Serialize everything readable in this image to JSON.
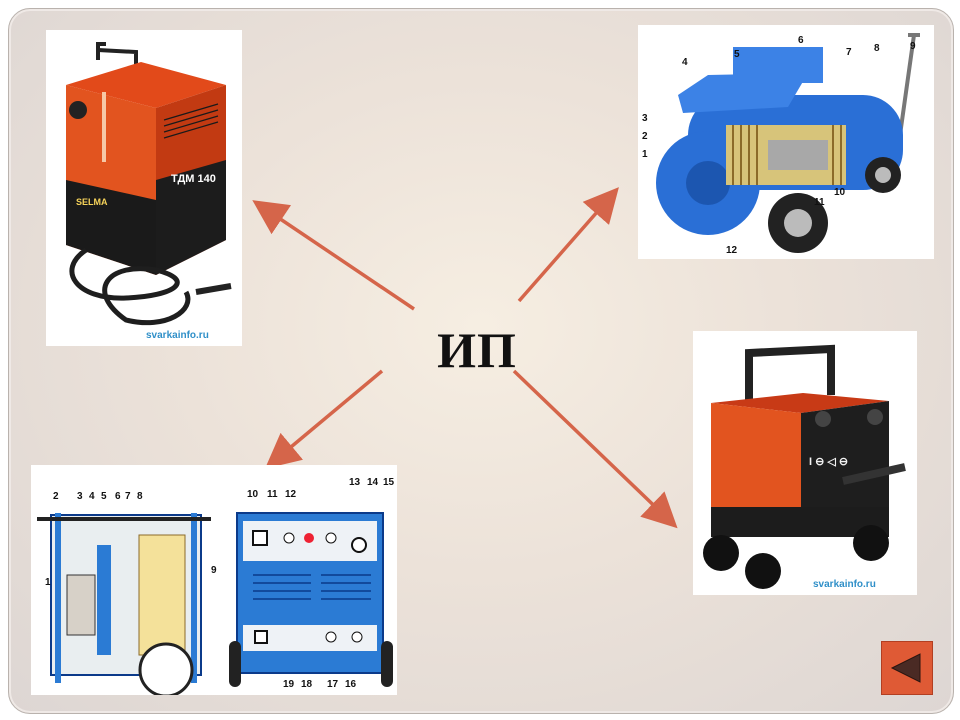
{
  "slide": {
    "title": "ИП",
    "images": {
      "tdm": {
        "model_label": "ТДМ 140",
        "brand_label": "SELMA",
        "watermark": "svarkainfo.ru"
      },
      "generator": {
        "callouts": [
          "1",
          "2",
          "3",
          "4",
          "5",
          "6",
          "7",
          "8",
          "9",
          "10",
          "11",
          "12"
        ]
      },
      "rectifier": {
        "panel_label": "I ⊖ ◁ ⊖",
        "watermark": "svarkainfo.ru"
      },
      "schematic": {
        "left_callouts": [
          "1",
          "2",
          "3",
          "4",
          "5",
          "6",
          "7",
          "8",
          "9"
        ],
        "right_callouts": [
          "10",
          "11",
          "12",
          "13",
          "14",
          "15",
          "16",
          "17",
          "18",
          "19"
        ]
      }
    }
  },
  "controls": {
    "back_button_icon": "triangle-left-icon"
  },
  "colors": {
    "arrow": "#d5654a",
    "button": "#df5a35",
    "machine_orange": "#e2541f",
    "machine_blue": "#2a6fd6"
  }
}
